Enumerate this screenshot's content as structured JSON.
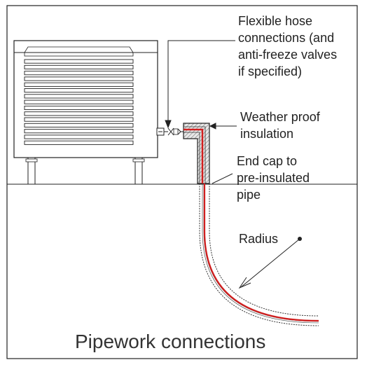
{
  "labels": {
    "flexible_hose": [
      "Flexible hose",
      "connections (and",
      "anti-freeze valves",
      "if specified)"
    ],
    "weather_proof": [
      "Weather proof",
      "insulation"
    ],
    "end_cap": [
      "End cap to",
      "pre-insulated",
      "pipe"
    ],
    "radius": "Radius"
  },
  "title": "Pipework connections",
  "colors": {
    "pipe": "#d11f1f",
    "line": "#222222",
    "hatch": "#555555"
  }
}
